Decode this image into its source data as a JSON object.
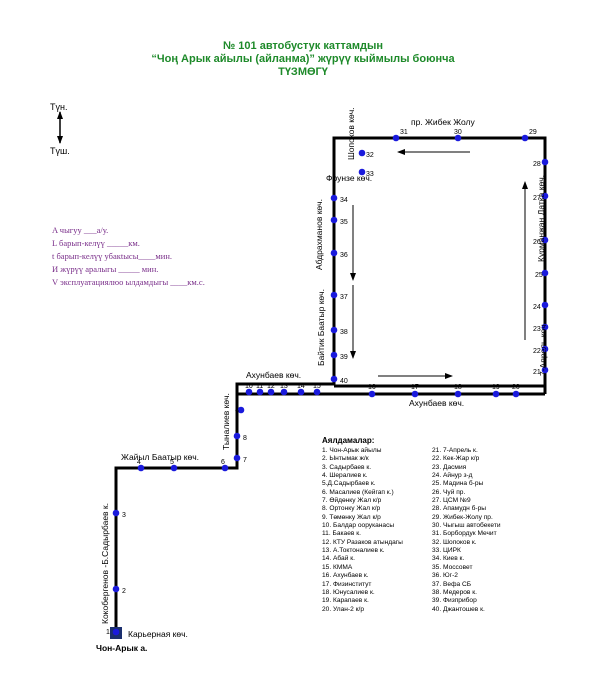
{
  "header": {
    "line1": "№ 101  автобустук каттамдын",
    "line2": "“Чоң Арык айылы (айланма)” жүрүү кыймылы боюнча",
    "line3": "ТҮЗМӨГҮ"
  },
  "compass": {
    "north": "Түн.",
    "south": "Түш."
  },
  "info_lines": [
    "A чыгуу ___а/у.",
    "L барып-келүү _____км.",
    "t барып-келүү убакtысы____мин.",
    "И жүрүү аралыгы _____  мин.",
    "V эксплуатациялюо ылдамдыгы ____км.с."
  ],
  "streets": {
    "shopokov": "Шопоков көч.",
    "jibek_jolu": "пр. Жибек Жолу",
    "frunze": "Фрунзе көч.",
    "abdrakhmanov": "Абдрахманов көч.",
    "baitik": "Байтик Баатыр көч.",
    "kurmanjan": "Курманжан Датка көч.",
    "aprel": "7-Апрель көч.",
    "akhunbaev_upper": "Ахунбаев көч.",
    "akhunbaev_lower": "Ахунбаев көч.",
    "tynaliev": "Тыналиев көч.",
    "jaiyl": "Жайыл Баатыр көч.",
    "kokobergenov": "Кокобергенов -Б.Садырбаев к.",
    "karernaya": "Карьерная көч.",
    "terminal": "Чон-Арык а."
  },
  "stop_labels": [
    "1",
    "2",
    "3",
    "4",
    "5",
    "6",
    "7",
    "8",
    "9",
    "10",
    "11",
    "12",
    "13",
    "14",
    "15",
    "16",
    "17",
    "18",
    "19",
    "20",
    "21",
    "22",
    "23",
    "24",
    "25",
    "26",
    "27",
    "28",
    "29",
    "30",
    "31",
    "32",
    "33",
    "34",
    "35",
    "36",
    "37",
    "38",
    "39",
    "40"
  ],
  "legend": {
    "title": "Аялдамалар:",
    "stops": [
      "1. Чон-Арык айылы",
      "2. Ынтымак ж/к",
      "3. Садырбаев к.",
      "4. Шералиев к.",
      "5.Д.Садырбаев к.",
      "6. Масалиев (Кейгап к.)",
      "7. Өйдөнку Жал к/р",
      "8. Ортонку Жал к/р",
      "9. Төмөнку Жал к/р",
      "10. Балдар ооруканасы",
      "11. Бакаев к.",
      "12. КТУ Разаков атындагы",
      "13. А.Токтоналиев к.",
      "14. Абай к.",
      "15. КММА",
      "16. Ахунбаев к.",
      "17. Физинститут",
      "18. Юнусалиев к.",
      "19. Карапаев к.",
      "20. Улан-2 к/р",
      "21. 7-Апрель к.",
      "22. Кек-Жар к/р",
      "23. Дасмия",
      "24. Айнур з-д",
      "25. Мадина б-ры",
      "26. Чуй пр.",
      "27. ЦСМ №9",
      "28. Апамудн б-ры",
      "29. Жибек-Жолу пр.",
      "30. Чыгыш автобекети",
      "31. Борбордук Мечит",
      "32. Шопоков к.",
      "33. ЦИРК",
      "34. Киев к.",
      "35. Моссовет",
      "36. Юг-2",
      "37. Вефа СБ",
      "38. Медеров к.",
      "39. Физприбор",
      "40. Джантошев к."
    ]
  },
  "colors": {
    "title": "#1e8a2a",
    "info": "#7a2f8a",
    "stop": "#1a1adc",
    "route": "#000000",
    "terminal": "#1b2f6e"
  }
}
